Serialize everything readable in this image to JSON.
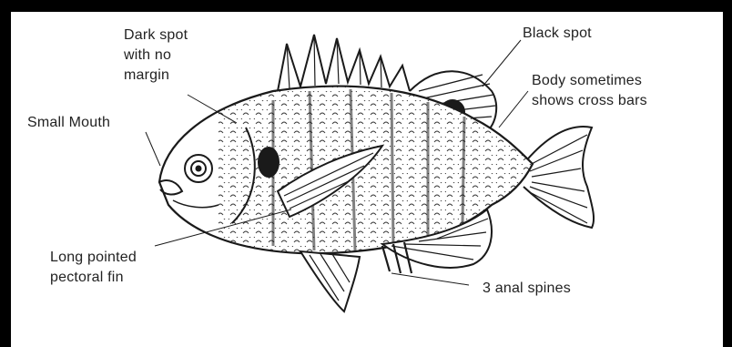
{
  "labels": {
    "dark_spot": "Dark spot\nwith no\nmargin",
    "black_spot": "Black spot",
    "cross_bars": "Body sometimes\nshows cross bars",
    "small_mouth": "Small Mouth",
    "pectoral_fin": "Long pointed\npectoral fin",
    "anal_spines": "3 anal spines"
  },
  "colors": {
    "ink": "#1a1a1a",
    "background": "#ffffff",
    "frame": "#000000"
  }
}
